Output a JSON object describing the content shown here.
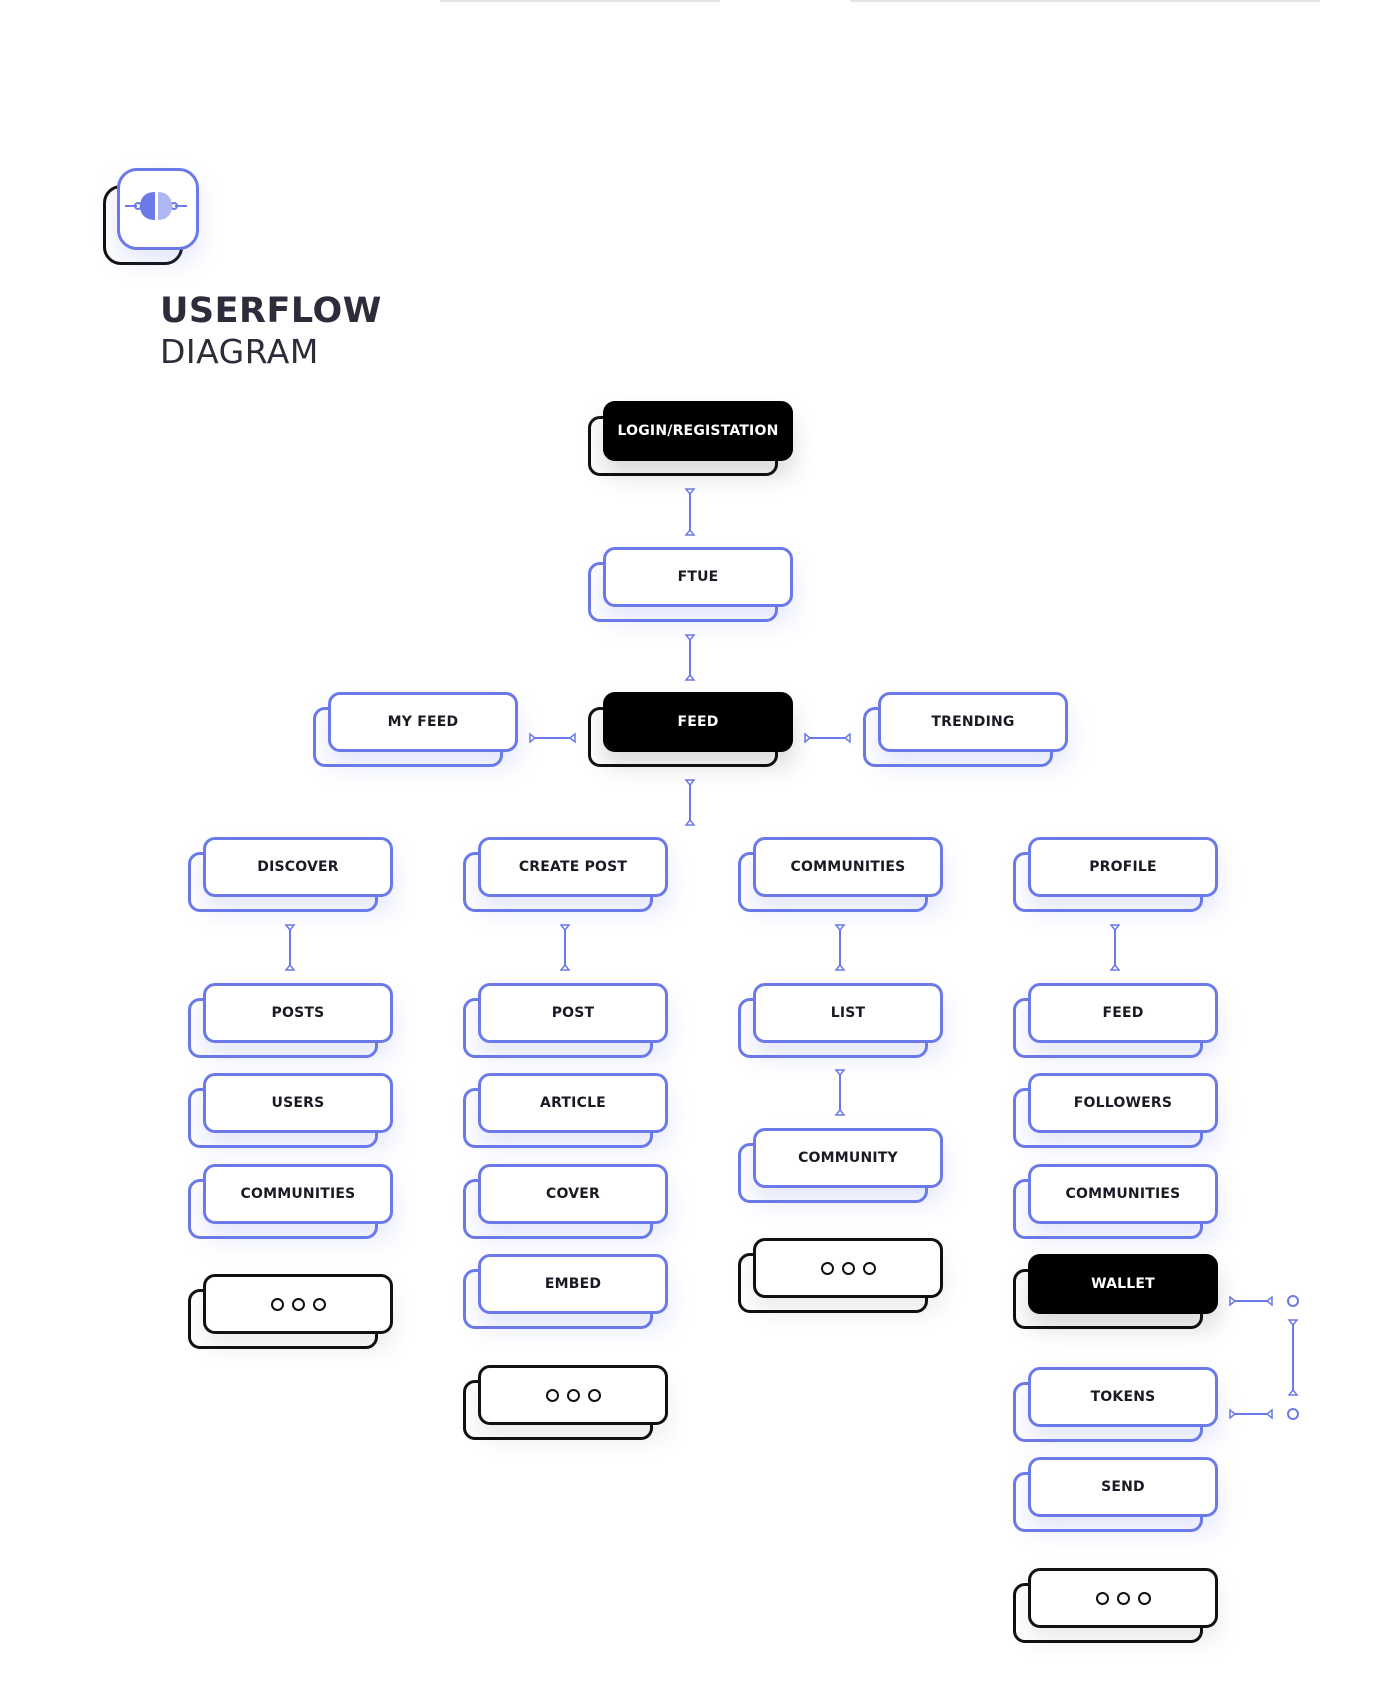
{
  "title": {
    "line1": "USERFLOW",
    "line2": "DIAGRAM"
  },
  "logo": {
    "icon": "brain-icon"
  },
  "colors": {
    "accent": "#6b7ae8",
    "dark": "#000000",
    "text": "#1a1a24"
  },
  "nodes": {
    "login": "LOGIN/REGISTATION",
    "ftue": "FTUE",
    "feed": "FEED",
    "my_feed": "MY FEED",
    "trending": "TRENDING",
    "discover": {
      "label": "DISCOVER",
      "children": [
        "POSTS",
        "USERS",
        "COMMUNITIES"
      ]
    },
    "create_post": {
      "label": "CREATE POST",
      "children": [
        "POST",
        "ARTICLE",
        "COVER",
        "EMBED"
      ]
    },
    "communities": {
      "label": "COMMUNITIES",
      "children": [
        "LIST",
        "COMMUNITY"
      ]
    },
    "profile": {
      "label": "PROFILE",
      "children": [
        "FEED",
        "FOLLOWERS",
        "COMMUNITIES",
        "WALLET",
        "TOKENS",
        "SEND"
      ]
    }
  }
}
